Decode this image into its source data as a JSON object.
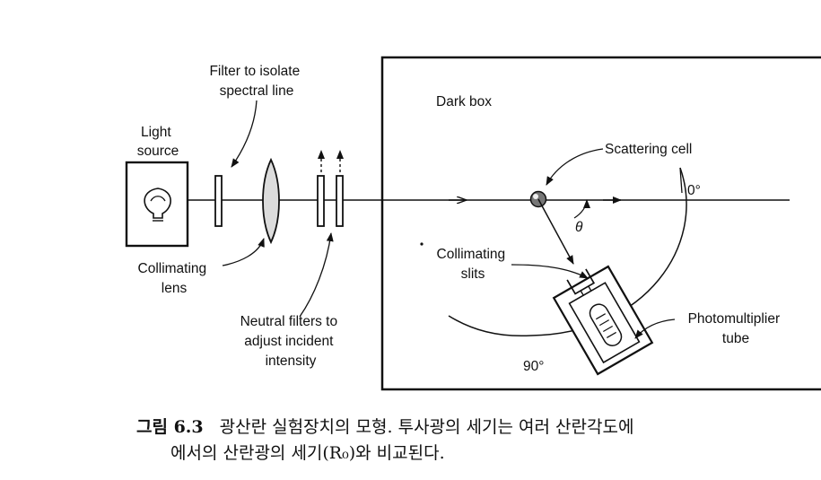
{
  "labels": {
    "filter": [
      "Filter to isolate",
      "spectral line"
    ],
    "light_source": [
      "Light",
      "source"
    ],
    "collimating_lens": [
      "Collimating",
      "lens"
    ],
    "neutral_filters": [
      "Neutral filters to",
      "adjust incident",
      "intensity"
    ],
    "dark_box": "Dark box",
    "scattering_cell": "Scattering cell",
    "zero_deg": "0°",
    "theta": "θ",
    "collimating_slits": [
      "Collimating",
      "slits"
    ],
    "photomultiplier": [
      "Photomultiplier",
      "tube"
    ],
    "ninety_deg": "90°"
  },
  "caption": {
    "number": "그림 6.3",
    "line1": "광산란 실험장치의 모형. 투사광의 세기는 여러 산란각도에",
    "line2": "에서의 산란광의 세기(R₀)와 비교된다."
  },
  "colors": {
    "ink": "#111111",
    "paper": "#ffffff"
  }
}
